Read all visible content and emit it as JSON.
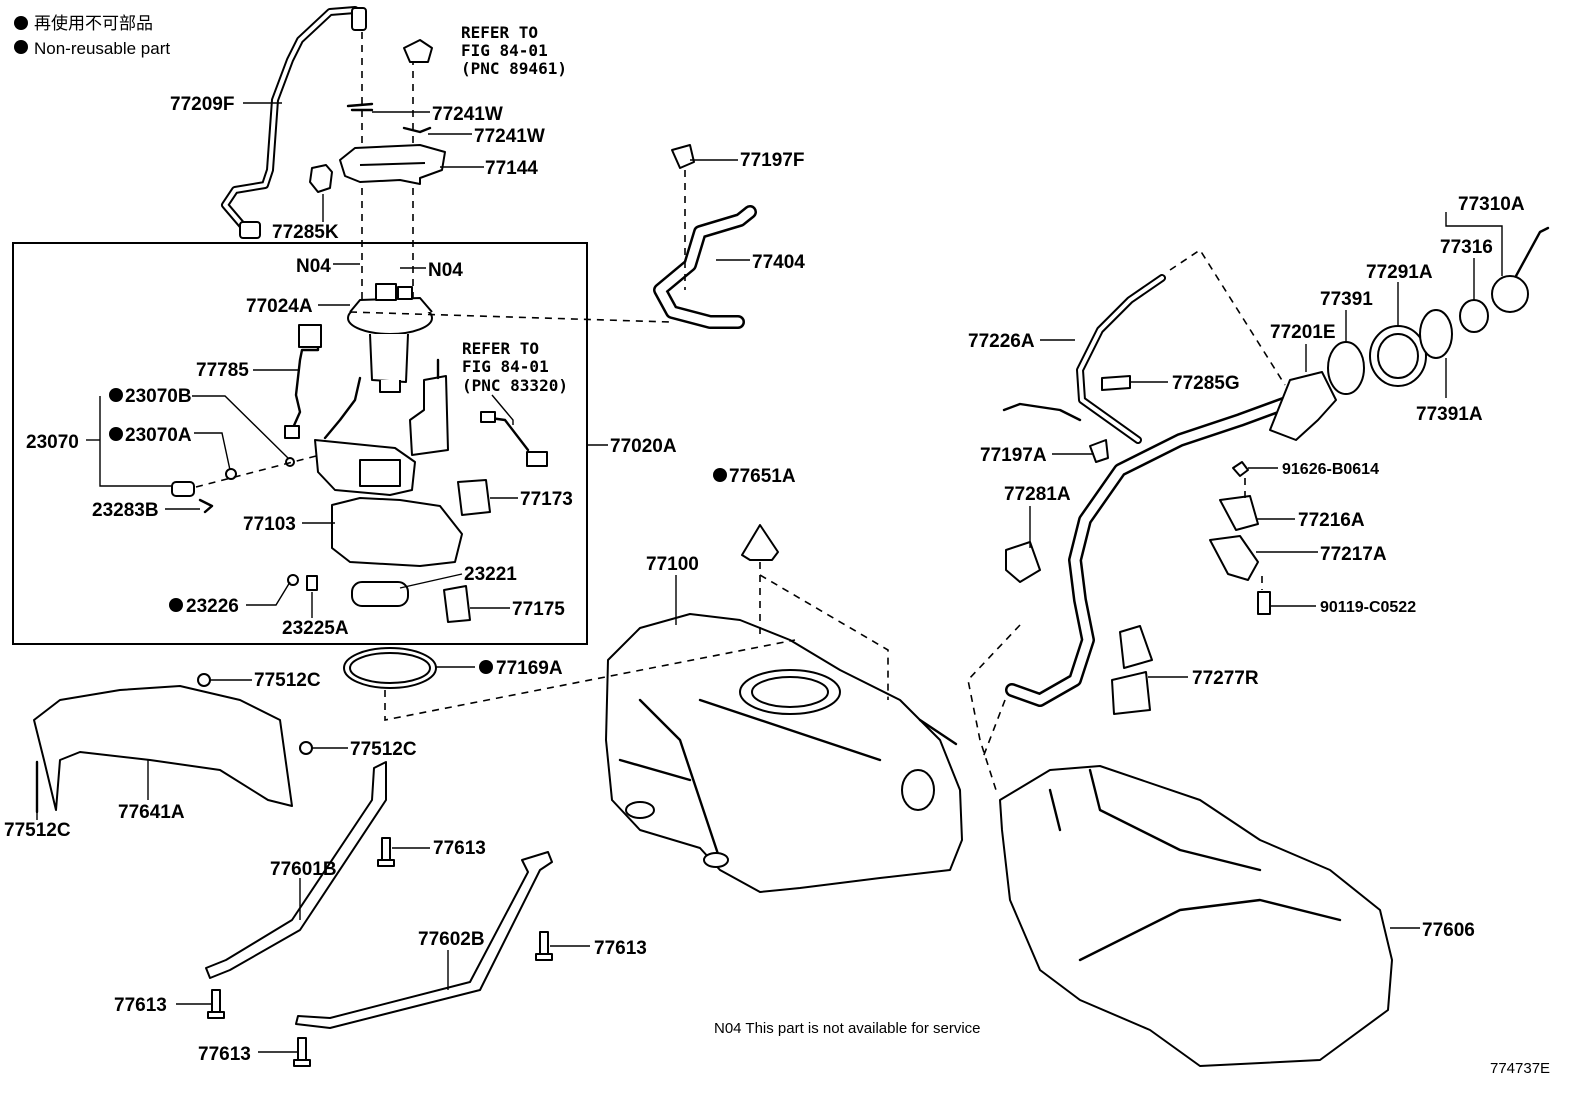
{
  "legend": {
    "line1": "再使用不可部品",
    "line2": "Non-reusable part"
  },
  "refs": {
    "ref1": [
      "REFER TO",
      "FIG 84-01",
      "(PNC 89461)"
    ],
    "ref2": [
      "REFER TO",
      "FIG 84-01",
      "(PNC 83320)"
    ]
  },
  "labels": {
    "p77209F": "77209F",
    "p77241W_a": "77241W",
    "p77241W_b": "77241W",
    "p77144": "77144",
    "p77285K": "77285K",
    "pN04_a": "N04",
    "pN04_b": "N04",
    "p77024A": "77024A",
    "p77785": "77785",
    "p23070B": "23070B",
    "p23070": "23070",
    "p23070A": "23070A",
    "p23283B": "23283B",
    "p77103": "77103",
    "p23226": "23226",
    "p23225A": "23225A",
    "p23221": "23221",
    "p77175": "77175",
    "p77173": "77173",
    "p77020A": "77020A",
    "p77197F": "77197F",
    "p77404": "77404",
    "p77651A": "77651A",
    "p77100": "77100",
    "p77169A": "77169A",
    "p77512C_a": "77512C",
    "p77512C_b": "77512C",
    "p77512C_c": "77512C",
    "p77641A": "77641A",
    "p77613_a": "77613",
    "p77601B": "77601B",
    "p77602B": "77602B",
    "p77613_b": "77613",
    "p77613_c": "77613",
    "p77613_d": "77613",
    "p77226A": "77226A",
    "p77285G": "77285G",
    "p77197A": "77197A",
    "p77281A": "77281A",
    "p77277R": "77277R",
    "p77201E": "77201E",
    "p77391": "77391",
    "p77291A": "77291A",
    "p77316": "77316",
    "p77310A": "77310A",
    "p77391A": "77391A",
    "p91626": "91626-B0614",
    "p77216A": "77216A",
    "p77217A": "77217A",
    "p90119": "90119-C0522",
    "p77606": "77606"
  },
  "footnote": "N04 This part is not available for service",
  "figure_id": "774737E"
}
